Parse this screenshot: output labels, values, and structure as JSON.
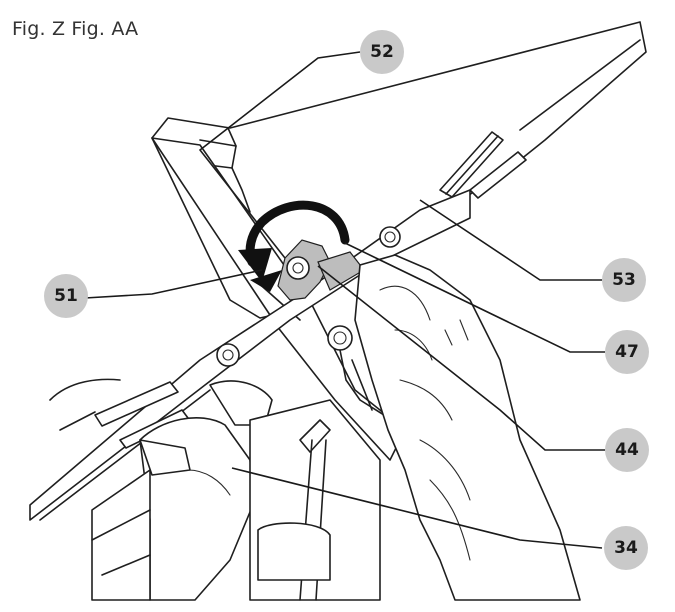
{
  "figure_title": "Fig. Z Fig. AA",
  "callouts": [
    {
      "id": "52",
      "label": "52"
    },
    {
      "id": "51",
      "label": "51"
    },
    {
      "id": "53",
      "label": "53"
    },
    {
      "id": "47",
      "label": "47"
    },
    {
      "id": "44",
      "label": "44"
    },
    {
      "id": "34",
      "label": "34"
    }
  ],
  "colors": {
    "callout_fill": "#c9c9c9",
    "line": "#1f1f1f",
    "wrench_gray": "#bdbdbd"
  },
  "icons": [
    "rotation-arrow-icon",
    "wrench-icon",
    "hand-icon"
  ]
}
